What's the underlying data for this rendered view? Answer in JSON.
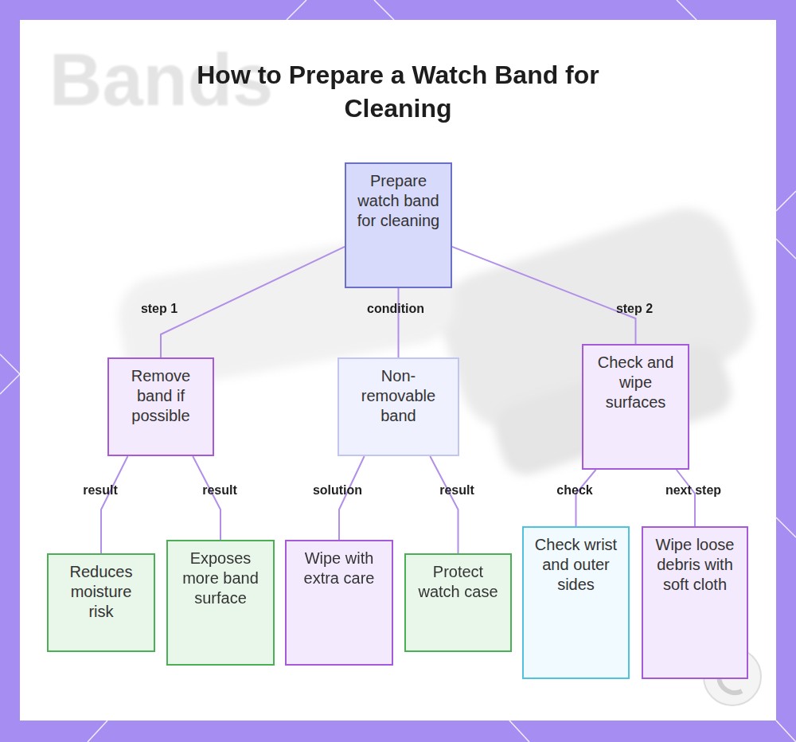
{
  "diagram": {
    "title": "How to Prepare a Watch Band for Cleaning",
    "nodes": [
      {
        "text": [
          "Prepare watch band for cleaning"
        ]
      },
      {
        "text": [
          "Remove band if possible"
        ]
      },
      {
        "text": [
          "Non-removable band"
        ]
      },
      {
        "text": [
          "Check and wipe surfaces"
        ]
      },
      {
        "text": [
          "Reduces moisture risk"
        ]
      },
      {
        "text": [
          "Exposes more band surface"
        ]
      },
      {
        "text": [
          "Wipe with extra care"
        ]
      },
      {
        "text": [
          "Protect watch case"
        ]
      },
      {
        "text": [
          "Check wrist and outer sides"
        ]
      },
      {
        "text": [
          "Wipe loose debris with soft cloth"
        ]
      }
    ],
    "edges": [
      {
        "from": 0,
        "to": 1,
        "label": "step 1",
        "arrow": "none"
      },
      {
        "from": 0,
        "to": 2,
        "label": "condition",
        "arrow": "none"
      },
      {
        "from": 0,
        "to": 3,
        "label": "step 2",
        "arrow": "none"
      },
      {
        "from": 1,
        "to": 4,
        "label": "result",
        "arrow": "none"
      },
      {
        "from": 1,
        "to": 5,
        "label": "result",
        "arrow": "none"
      },
      {
        "from": 2,
        "to": 6,
        "label": "solution",
        "arrow": "none"
      },
      {
        "from": 2,
        "to": 7,
        "label": "result",
        "arrow": "none"
      },
      {
        "from": 3,
        "to": 8,
        "label": "check",
        "arrow": "none"
      },
      {
        "from": 3,
        "to": 9,
        "label": "next step",
        "arrow": "none"
      }
    ],
    "labels": [
      "Bands"
    ]
  }
}
